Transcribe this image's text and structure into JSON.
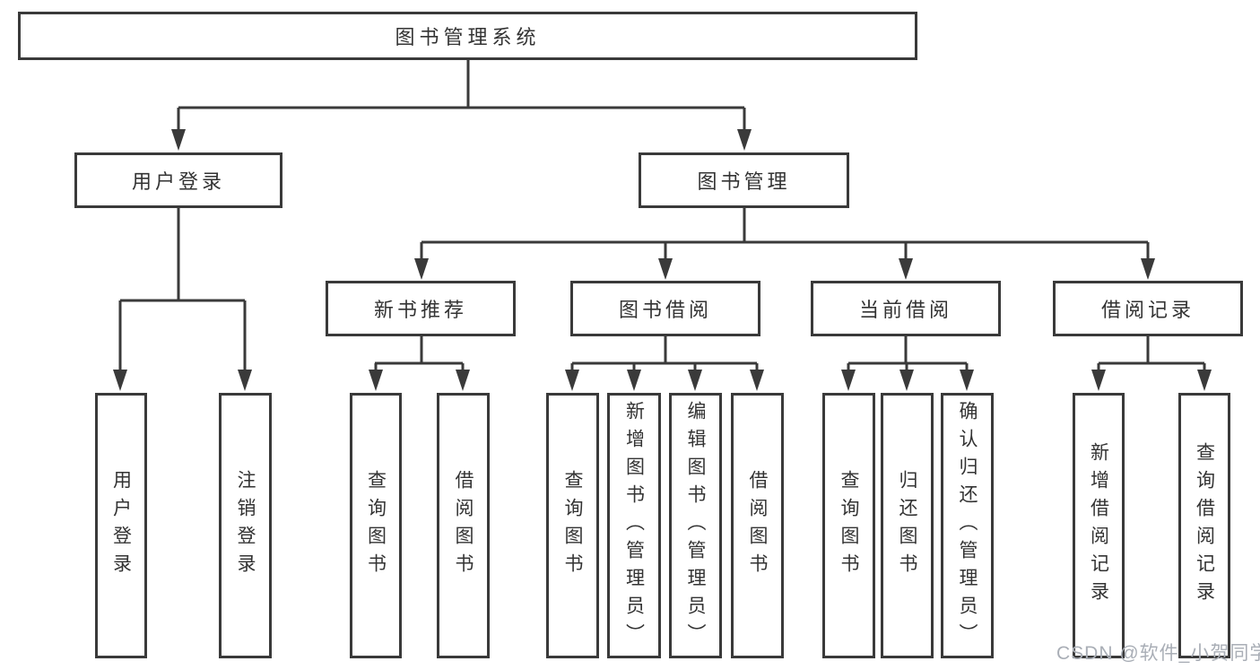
{
  "tree": {
    "root": "图书管理系统",
    "branches": [
      {
        "label": "用户登录",
        "children": [
          "用户登录",
          "注销登录"
        ]
      },
      {
        "label": "图书管理",
        "sections": [
          {
            "label": "新书推荐",
            "children": [
              "查询图书",
              "借阅图书"
            ]
          },
          {
            "label": "图书借阅",
            "children": [
              "查询图书",
              "新增图书（管理员）",
              "编辑图书（管理员）",
              "借阅图书"
            ]
          },
          {
            "label": "当前借阅",
            "children": [
              "查询图书",
              "归还图书",
              "确认归还（管理员）"
            ]
          },
          {
            "label": "借阅记录",
            "children": [
              "新增借阅记录",
              "查询借阅记录"
            ]
          }
        ]
      }
    ]
  },
  "watermark": "CSDN @软件_小贺同学",
  "colors": {
    "line": "#3a3a3a",
    "text": "#333333",
    "background": "#ffffff",
    "watermark": "#a9aeb6"
  }
}
